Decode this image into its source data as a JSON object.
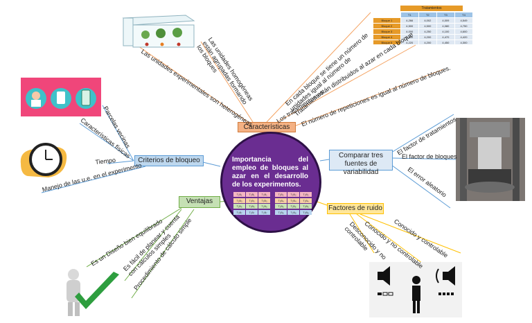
{
  "center": {
    "title": "Importancia del empleo de bloques al azar en el desarrollo de los experimentos."
  },
  "branches": {
    "caracteristicas": {
      "label": "Características",
      "items": [
        "Las unidades experimentales son heterogéneas",
        "Las unidades homogéneas están agrupadas formando los bloques",
        "En cada bloque se tiene un número de unidades igual al número de Tratamientos",
        "Los tratamientos están distribuidos al azar en cada bloque",
        "El número de repeticiones es igual al número de bloques."
      ]
    },
    "criterios": {
      "label": "Criterios de bloqueo",
      "items": [
        "Parcelas vecinas",
        "Características físicas",
        "Tiempo",
        "Manejo de las u.e. en el experimento"
      ]
    },
    "comparar": {
      "label": "Comparar tres fuentes de variabilidad",
      "items": [
        "El factor de tratamientos",
        "El factor de bloques",
        "El error aleatorio"
      ]
    },
    "ventajas": {
      "label": "Ventajas",
      "items": [
        "Es un Diseño bien equilibrado",
        "Es fácil de planear y cuenta con cálculos simples",
        "Procedimiento de cálculo simple"
      ]
    },
    "factores": {
      "label": "Factores de ruido",
      "items": [
        "Conocido y controlable",
        "Conocido y no controlable",
        "Desconocido y no controlable"
      ]
    }
  },
  "table_image": {
    "title": "Tratamientos",
    "headers": [
      "",
      "T1",
      "T2",
      "T3",
      "T4"
    ],
    "rows": [
      [
        "Bloque 1",
        "4,266",
        "4,002",
        "4,009",
        "4,549"
      ],
      [
        "Bloque 2",
        "4,500",
        "4,500",
        "4,080",
        "4,750"
      ],
      [
        "Bloque 3",
        "4,000",
        "4,250",
        "4,100",
        "4,600"
      ],
      [
        "Bloque 4",
        "4,250",
        "4,200",
        "4,470",
        "4,420"
      ],
      [
        "Bloque 5",
        "4,220",
        "4,200",
        "4,450",
        "4,300"
      ]
    ]
  },
  "center_grid": [
    "T₁B₁",
    "T₂B₁",
    "T₃B₁",
    "T₁B₂",
    "T₃B₂",
    "T₂B₂",
    "T₂B₃",
    "T₁B₃",
    "T₃B₃",
    "T₃B₄",
    "T₂B₄",
    "T₁B₄",
    "T₁B₅",
    "T₃B₅",
    "T₂B₅",
    "T₂B₆",
    "T₁B₆",
    "T₃B₆",
    "T₃B₇",
    "T₁B₇",
    "T₂B₇",
    "T₁B₈",
    "T₂B₈",
    "T₃B₈"
  ],
  "colors": {
    "center_fill": "#6a2d91",
    "caracteristicas_box": "#f4b183",
    "criterios_box": "#bdd7ee",
    "comparar_box": "#dde9f5",
    "ventajas_box": "#c5e0b4",
    "factores_box": "#ffe699"
  }
}
